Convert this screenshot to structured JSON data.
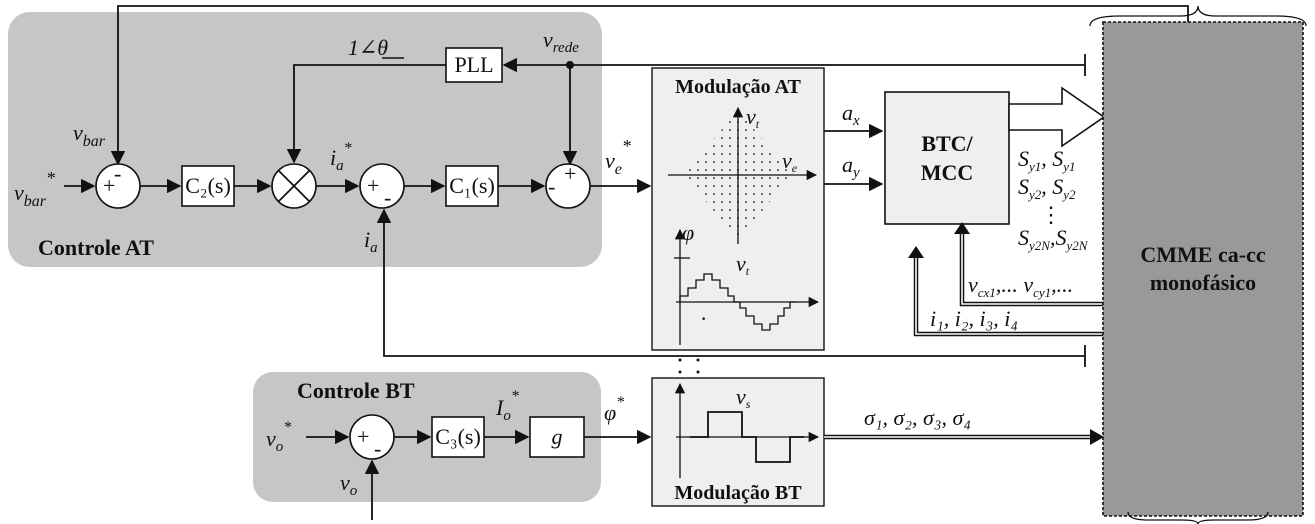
{
  "regions": {
    "controle_at": "Controle AT",
    "controle_bt": "Controle BT",
    "modulacao_at": "Modulação AT",
    "modulacao_bt": "Modulação BT"
  },
  "blocks": {
    "pll": "PLL",
    "c1": "C₁(s)",
    "c2": "C₂(s)",
    "c3": "C₃(s)",
    "g": "g",
    "btc_line1": "BTC/",
    "btc_line2": "MCC",
    "converter_line1": "CMME ca-cc",
    "converter_line2": "monofásico"
  },
  "signals": {
    "v_bar_ref": "v",
    "v_bar_ref_sub": "bar",
    "v_bar": "v",
    "v_bar_sub": "bar",
    "v_rede": "v",
    "v_rede_sub": "rede",
    "pll_out": "1∠θ",
    "i_a_ref": "i",
    "i_a_ref_sub": "a",
    "i_a": "i",
    "i_a_sub": "a",
    "v_e_ref": "v",
    "v_e_ref_sub": "e",
    "a_x": "a",
    "a_x_sub": "x",
    "a_y": "a",
    "a_y_sub": "y",
    "v_t": "v",
    "v_t_sub": "t",
    "v_e": "v",
    "v_e_sub": "e",
    "phi": "φ",
    "v_o_ref": "v",
    "v_o_ref_sub": "o",
    "v_o": "v",
    "v_o_sub": "o",
    "I_o_ref": "I",
    "I_o_ref_sub": "o",
    "phi_ref": "φ",
    "v_s": "v",
    "v_s_sub": "s",
    "sigma": "σ₁, σ₂, σ₃, σ₄",
    "s_row1": "Sy1, Sy1",
    "s_row2": "Sy2, Sy2",
    "s_dots": "⋮",
    "s_row3": "Sy2N,Sy2N",
    "vcx": "vcx1,... vcy1,...",
    "currents": "i₁, i₂, i₃, i₄",
    "star": "*"
  },
  "signs": {
    "plus": "+",
    "minus": "-"
  }
}
